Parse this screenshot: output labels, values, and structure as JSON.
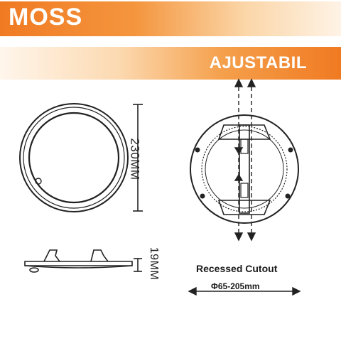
{
  "header": {
    "brand": "MOSS"
  },
  "feature": {
    "label": "AJUSTABIL"
  },
  "dimensions": {
    "diameter": "230MM",
    "height": "19MM"
  },
  "cutout": {
    "caption": "Recessed Cutout",
    "range": "Φ65-205mm"
  },
  "colors": {
    "accent": "#f07a22",
    "line": "#222222"
  }
}
